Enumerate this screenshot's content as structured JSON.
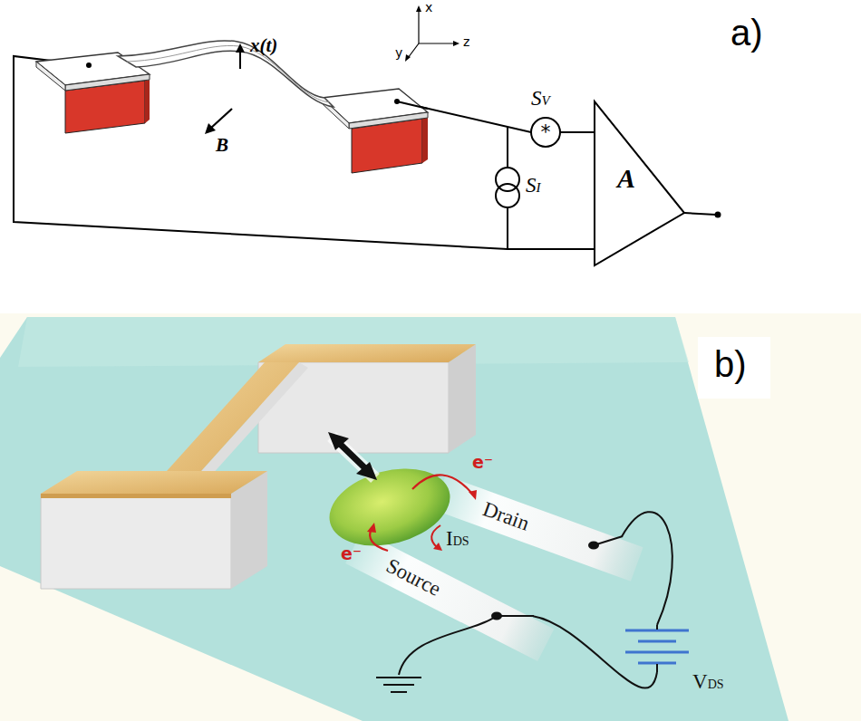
{
  "diagram": {
    "nodes": [
      {
        "text": [
          "SV",
          "*"
        ]
      },
      {
        "text": [
          "SI"
        ]
      },
      {
        "text": [
          "A"
        ]
      },
      {
        "text": [
          "Drain"
        ]
      },
      {
        "text": [
          "Source"
        ]
      },
      {
        "text": [
          "VDS"
        ]
      }
    ],
    "edges": [
      {
        "from": 0,
        "to": 2,
        "arrow": "none"
      },
      {
        "from": 1,
        "to": 2,
        "arrow": "none"
      },
      {
        "from": 3,
        "to": 5,
        "arrow": "none"
      },
      {
        "from": 4,
        "to": 5,
        "arrow": "none"
      }
    ],
    "labels": [
      "x",
      "y",
      "z",
      "a)",
      "x(t)",
      "B",
      "b)",
      "e⁻",
      "e⁻",
      "IDS"
    ]
  }
}
